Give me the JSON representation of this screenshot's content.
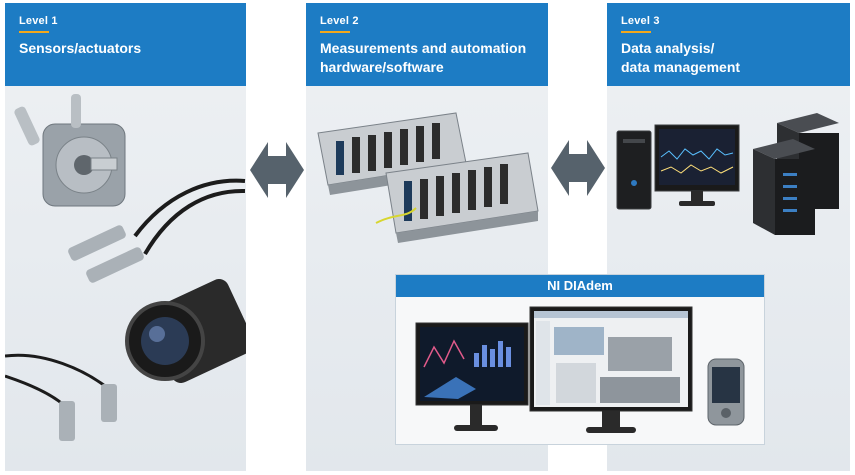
{
  "levels": [
    {
      "level": "Level 1",
      "title_lines": [
        "Sensors/actuators"
      ]
    },
    {
      "level": "Level 2",
      "title_lines": [
        "Measurements and automation",
        "hardware/software"
      ]
    },
    {
      "level": "Level 3",
      "title_lines": [
        "Data analysis/",
        "data management"
      ]
    }
  ],
  "diadem": {
    "title": "NI DIAdem"
  },
  "colors": {
    "header": "#1d7cc4",
    "accent": "#f2a81d",
    "arrow": "#56626c",
    "panel": "#e6eaee"
  },
  "icons": [
    "double-arrow-icon"
  ]
}
